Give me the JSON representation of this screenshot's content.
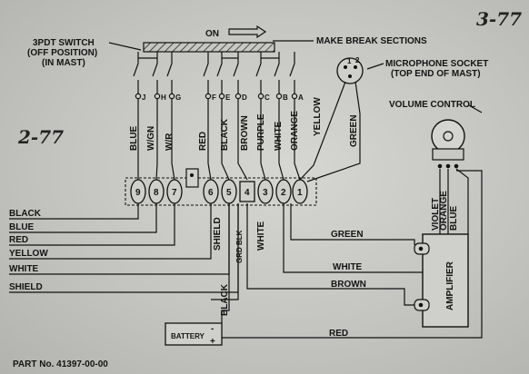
{
  "page_number": "3-77",
  "handwritten_note": "2-77",
  "switch_label": [
    "3PDT SWITCH",
    "(OFF POSITION)",
    "(IN MAST)"
  ],
  "on_label": "ON",
  "make_break_label": "MAKE BREAK SECTIONS",
  "mic_label": [
    "MICROPHONE SOCKET",
    "(TOP END OF MAST)"
  ],
  "volume_label": "VOLUME CONTROL",
  "switch_contacts": [
    "J",
    "H",
    "G",
    "F",
    "E",
    "D",
    "C",
    "B",
    "A"
  ],
  "switch_wires": [
    "BLUE",
    "W/GN",
    "W/R",
    "RED",
    "BLACK",
    "BROWN",
    "PURPLE",
    "WHITE",
    "ORANGE"
  ],
  "mic_wires": [
    "YELLOW",
    "GREEN"
  ],
  "terminals": [
    "9",
    "8",
    "7",
    "6",
    "5",
    "4",
    "3",
    "2",
    "1"
  ],
  "terminal_wires": [
    "SHIELD",
    "GRD",
    "BLK",
    "WHITE"
  ],
  "cable_wires": [
    "BLACK",
    "BLUE",
    "RED",
    "YELLOW",
    "WHITE",
    "SHIELD"
  ],
  "volume_wires": [
    "VIOLET",
    "ORANGE",
    "BLUE"
  ],
  "amplifier_label": "AMPLIFIER",
  "amp_leads": [
    "GREEN",
    "WHITE",
    "BROWN",
    "RED"
  ],
  "battery_label": "BATTERY",
  "battery_polarity": [
    "-",
    "+"
  ],
  "battery_lead": "BLACK",
  "part_number": "PART No. 41397-00-00"
}
